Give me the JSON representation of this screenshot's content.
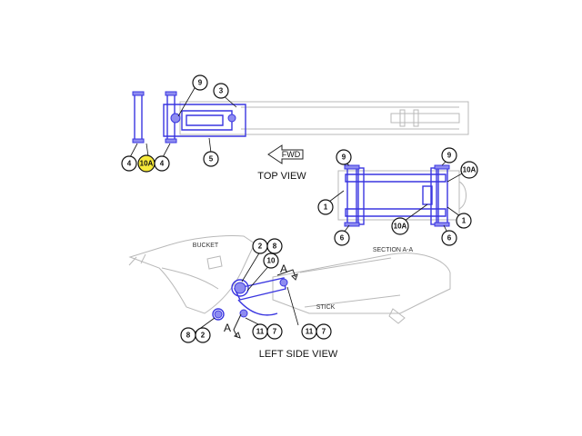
{
  "views": {
    "top": "TOP VIEW",
    "left_side": "LEFT SIDE VIEW",
    "section": "SECTION A-A"
  },
  "labels": {
    "fwd": "FWD",
    "bucket": "BUCKET",
    "stick": "STICK",
    "section_marker": "A"
  },
  "callouts": {
    "top_9": "9",
    "top_3": "3",
    "top_5": "5",
    "top_4a": "4",
    "top_10a": "10A",
    "top_4b": "4",
    "sec_9a": "9",
    "sec_1a": "1",
    "sec_6a": "6",
    "sec_9b": "9",
    "sec_10a_top": "10A",
    "sec_1b": "1",
    "sec_10a_bottom": "10A",
    "sec_6b": "6",
    "side_2a": "2",
    "side_8a": "8",
    "side_10": "10",
    "side_8b": "8",
    "side_2b": "2",
    "side_11": "11",
    "side_7": "7",
    "side_11b": "11",
    "side_7b": "7"
  },
  "colors": {
    "part_highlight": "#3a36e0",
    "callout_highlight": "#f7ea3b"
  }
}
